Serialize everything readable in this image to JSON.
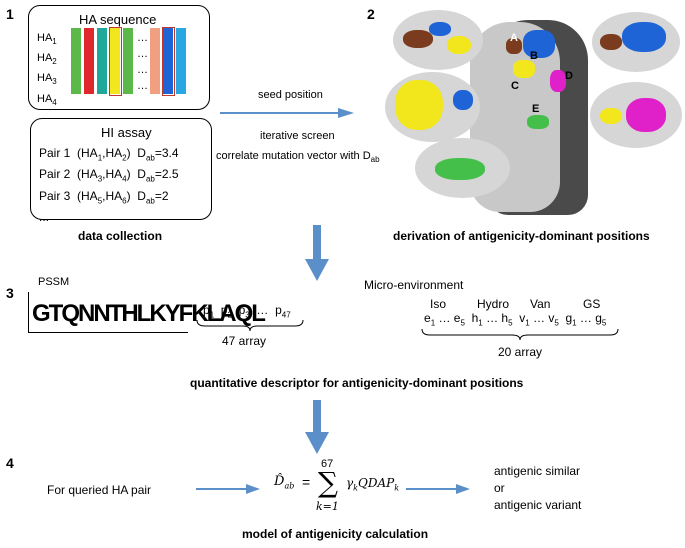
{
  "steps": {
    "s1": "1",
    "s2": "2",
    "s3": "3",
    "s4": "4"
  },
  "step1": {
    "seq_title": "HA sequence",
    "seq_rows": [
      "HA1",
      "HA2",
      "HA3",
      "HA4",
      "..."
    ],
    "assay_title": "HI assay",
    "pairs": [
      {
        "label": "Pair 1",
        "pair": "(HA1,HA2)",
        "dab": "Dab=3.4"
      },
      {
        "label": "Pair 2",
        "pair": "(HA3,HA4)",
        "dab": "Dab=2.5"
      },
      {
        "label": "Pair 3",
        "pair": "(HA5,HA6)",
        "dab": "Dab=2"
      }
    ],
    "assay_more": "...",
    "caption": "data collection"
  },
  "middle": {
    "seed": "seed position",
    "iter": "iterative screen",
    "correlate": "correlate mutation vector with Dab"
  },
  "step2": {
    "caption": "derivation of antigenicity-dominant  positions",
    "site_labels": [
      "A",
      "B",
      "C",
      "D",
      "E"
    ]
  },
  "step3": {
    "pssm_label": "PSSM",
    "logo": "GTQNNTHLKYFKLAQL",
    "array1": "p1  p2  p3  …  p47",
    "array1_caption": "47 array",
    "micro_label": "Micro-environment",
    "groups": [
      "Iso",
      "Hydro",
      "Van",
      "GS"
    ],
    "array2": "e1 … e5  h1 … h5  v1 … v5  g1 … g5",
    "array2_caption": "20 array",
    "caption": "quantitative descriptor for antigenicity-dominant positions"
  },
  "step4": {
    "query": "For queried HA pair",
    "outcome1": "antigenic similar",
    "outcome2": "or",
    "outcome3": "antigenic variant",
    "caption": "model of antigenicity calculation",
    "formula_top": "67",
    "formula_bottom": "k=1"
  },
  "colors": {
    "arrow": "#5b8fc9",
    "green": "#5cb848",
    "red": "#e0282c",
    "teal": "#20a89a",
    "blue": "#1f64d6",
    "yellow": "#f2e61d",
    "salmon": "#f0a080",
    "cyan": "#2aa6e0"
  }
}
